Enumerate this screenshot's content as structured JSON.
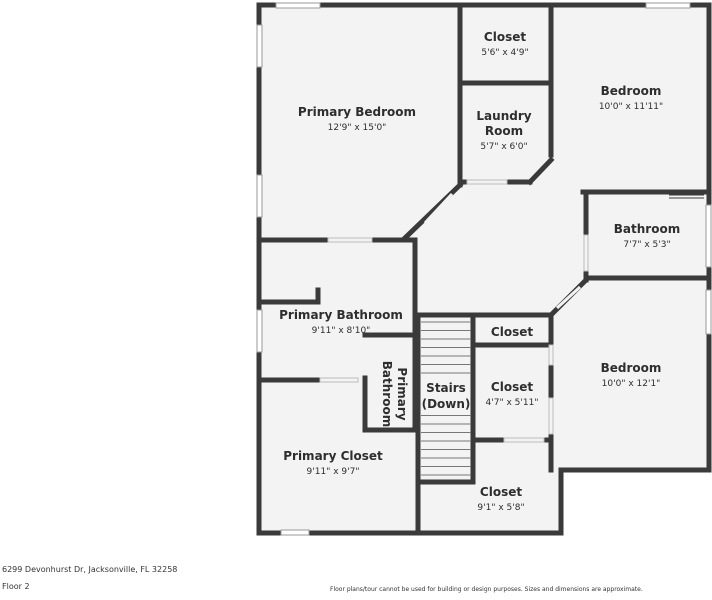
{
  "address": "6299 Devonhurst Dr, Jacksonville, FL 32258",
  "floor_label": "Floor 2",
  "disclaimer": "Floor plans/tour cannot be used for building or design purposes. Sizes and dimensions are approximate.",
  "rooms": {
    "primary_bedroom": {
      "name": "Primary Bedroom",
      "dims": "12'9\" x 15'0\""
    },
    "closet_top": {
      "name": "Closet",
      "dims": "5'6\" x 4'9\""
    },
    "laundry": {
      "name_line1": "Laundry",
      "name_line2": "Room",
      "dims": "5'7\" x 6'0\""
    },
    "bedroom_top": {
      "name": "Bedroom",
      "dims": "10'0\" x 11'11\""
    },
    "bathroom": {
      "name": "Bathroom",
      "dims": "7'7\" x 5'3\""
    },
    "primary_bathroom": {
      "name": "Primary Bathroom",
      "dims": "9'11\" x 8'10\""
    },
    "primary_bathroom_small": {
      "name_line1": "Primary",
      "name_line2": "Bathroom"
    },
    "stairs": {
      "name_line1": "Stairs",
      "name_line2": "(Down)"
    },
    "closet_small": {
      "name": "Closet"
    },
    "closet_mid": {
      "name": "Closet",
      "dims": "4'7\" x 5'11\""
    },
    "bedroom_bottom": {
      "name": "Bedroom",
      "dims": "10'0\" x 12'1\""
    },
    "primary_closet": {
      "name": "Primary Closet",
      "dims": "9'11\" x 9'7\""
    },
    "closet_bottom": {
      "name": "Closet",
      "dims": "9'1\" x 5'8\""
    }
  },
  "colors": {
    "wall": "#3a3a3a",
    "floor": "#f3f3f3",
    "window": "#ffffff",
    "text": "#2e2e2e"
  }
}
